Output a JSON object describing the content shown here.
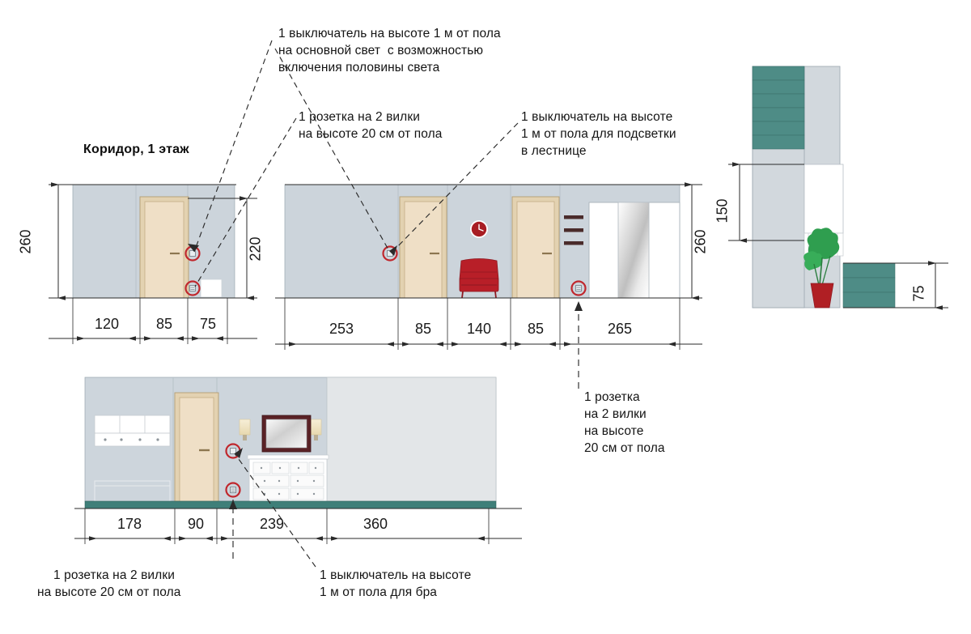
{
  "drawing": {
    "title": "Коридор, 1 этаж",
    "colors": {
      "wall": "#ccd4db",
      "wall_light": "#e2e5e7",
      "door": "#efdfc6",
      "door_frame": "#e0cda8",
      "accent_red": "#b01f24",
      "symbol_red": "#c0272d",
      "stair_teal": "#4e8c86",
      "floor_teal": "#3f7f79",
      "line": "#2a2a2a",
      "mirror": "#f4f4f4",
      "frame_brown": "#5a2226"
    }
  },
  "notes": {
    "main_switch": {
      "line1": "1 выключатель на высоте 1 м от пола",
      "line2": "на основной свет  с возможностью",
      "line3": "включения половины света"
    },
    "socket_top": {
      "line1": "1 розетка на 2 вилки",
      "line2": "на высоте 20 см от пола"
    },
    "stair_switch": {
      "line1": "1 выключатель на высоте",
      "line2": "1 м от пола для подсветки",
      "line3": "в лестнице"
    },
    "socket_right": {
      "line1": "1 розетка",
      "line2": "на 2 вилки",
      "line3": "на высоте",
      "line4": "20 см от пола"
    },
    "socket_bottom": {
      "line1": "1 розетка на 2 вилки",
      "line2": "на высоте 20 см от пола"
    },
    "sconce_switch": {
      "line1": "1 выключатель на высоте",
      "line2": "1 м от пола для бра"
    }
  },
  "elevations": {
    "left": {
      "name": "Коридор, 1 этаж",
      "height_overall": "260",
      "height_door": "220",
      "widths": [
        "120",
        "85",
        "75"
      ]
    },
    "main": {
      "height_overall": "260",
      "widths": [
        "253",
        "85",
        "140",
        "85",
        "265"
      ]
    },
    "stair": {
      "height_window": "150",
      "height_step": "75"
    },
    "bottom": {
      "widths": [
        "178",
        "90",
        "239",
        "360"
      ]
    }
  },
  "symbols": {
    "switch_label": "выключатель",
    "socket_label": "розетка"
  }
}
